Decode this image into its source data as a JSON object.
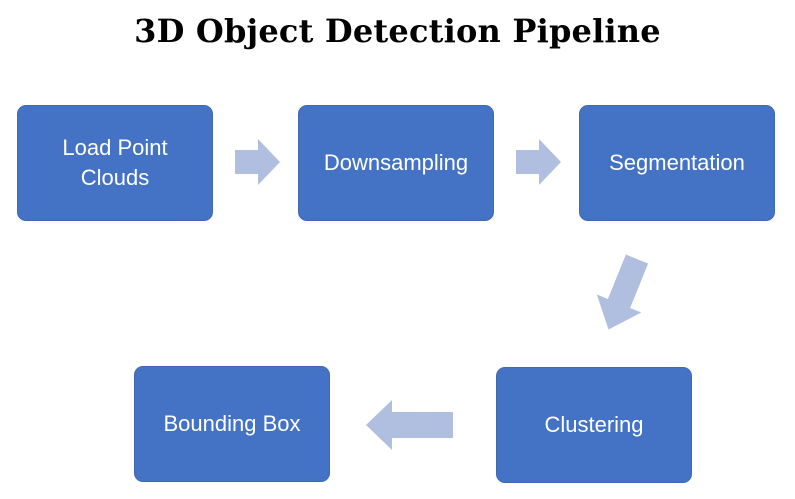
{
  "title": "3D Object Detection Pipeline",
  "colors": {
    "box_fill": "#4472C4",
    "box_border": "#3F69B4",
    "arrow_fill": "#B0BEDF",
    "text": "#FFFFFF"
  },
  "steps": [
    {
      "label": "Load Point\nClouds"
    },
    {
      "label": "Downsampling"
    },
    {
      "label": "Segmentation"
    },
    {
      "label": "Clustering"
    },
    {
      "label": "Bounding Box"
    }
  ],
  "arrows": [
    {
      "from": "Load Point Clouds",
      "to": "Downsampling",
      "direction": "right"
    },
    {
      "from": "Downsampling",
      "to": "Segmentation",
      "direction": "right"
    },
    {
      "from": "Segmentation",
      "to": "Clustering",
      "direction": "down-left"
    },
    {
      "from": "Clustering",
      "to": "Bounding Box",
      "direction": "left"
    }
  ]
}
